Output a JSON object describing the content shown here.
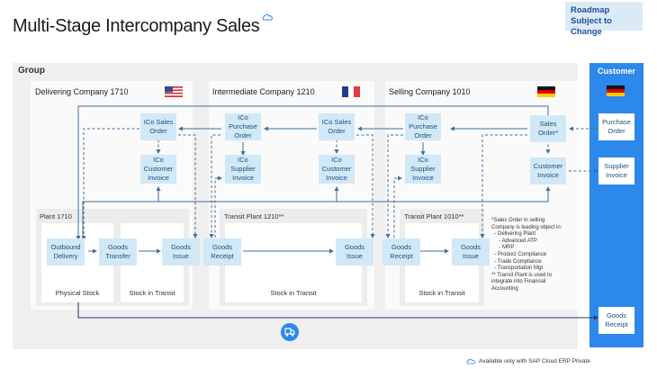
{
  "header": {
    "title": "Multi-Stage Intercompany Sales",
    "title_icon": "cloud-private-icon",
    "roadmap_badge": "Roadmap Subject to Change"
  },
  "group": {
    "label": "Group",
    "companies": [
      {
        "name": "Delivering Company 1710",
        "flag": "us-flag",
        "documents": [
          "ICo Sales Order",
          "ICo Customer Invoice"
        ],
        "plant": {
          "label": "Plant 1710",
          "areas": [
            "Physical Stock",
            "Stock in Transit"
          ],
          "steps": [
            "Outbound Delivery",
            "Goods Transfer",
            "Goods Issue"
          ]
        }
      },
      {
        "name": "Intermediate Company 1210",
        "flag": "france-flag",
        "documents": [
          "ICo Purchase Order",
          "ICo Supplier Invoice",
          "ICo Sales Order",
          "ICo Customer Invoice"
        ],
        "plant": {
          "label": "Transit Plant 1210**",
          "areas": [
            "Stock in Transit"
          ],
          "steps": [
            "Goods Receipt",
            "Goods Issue"
          ]
        }
      },
      {
        "name": "Selling Company 1010",
        "flag": "germany-flag",
        "documents": [
          "ICo Purchase Order",
          "ICo Supplier Invoice",
          "Sales Order*",
          "Customer Invoice"
        ],
        "plant": {
          "label": "Transit Plant 1010**",
          "areas": [
            "Stock in Transit"
          ],
          "steps": [
            "Goods Receipt",
            "Goods Issue"
          ]
        }
      }
    ]
  },
  "customer": {
    "title": "Customer",
    "flag": "germany-flag",
    "documents": [
      "Purchase Order",
      "Supplier Invoice",
      "Goods Receipt"
    ]
  },
  "notes": {
    "footnote": "*Sales Order in selling\nCompany is leading object in:\n  - Delivering Plant\n     - Advanced ATP\n     - MRP\n  - Product Compliance\n  - Trade Compliance\n  - Transportation Mgt\n** Transit Plant is used to\nintegrate into Financial\nAccounting"
  },
  "footer": {
    "availability": "Available only with SAP Cloud ERP Private",
    "icon": "cloud-private-icon"
  },
  "colors": {
    "accent_blue": "#2d88ec",
    "doc_box": "#d1e8f7",
    "line": "#3d6f9e",
    "dark_line": "#1d3a5c"
  },
  "labels": {
    "us_sales_order": "ICo\nSales\nOrder"
  }
}
